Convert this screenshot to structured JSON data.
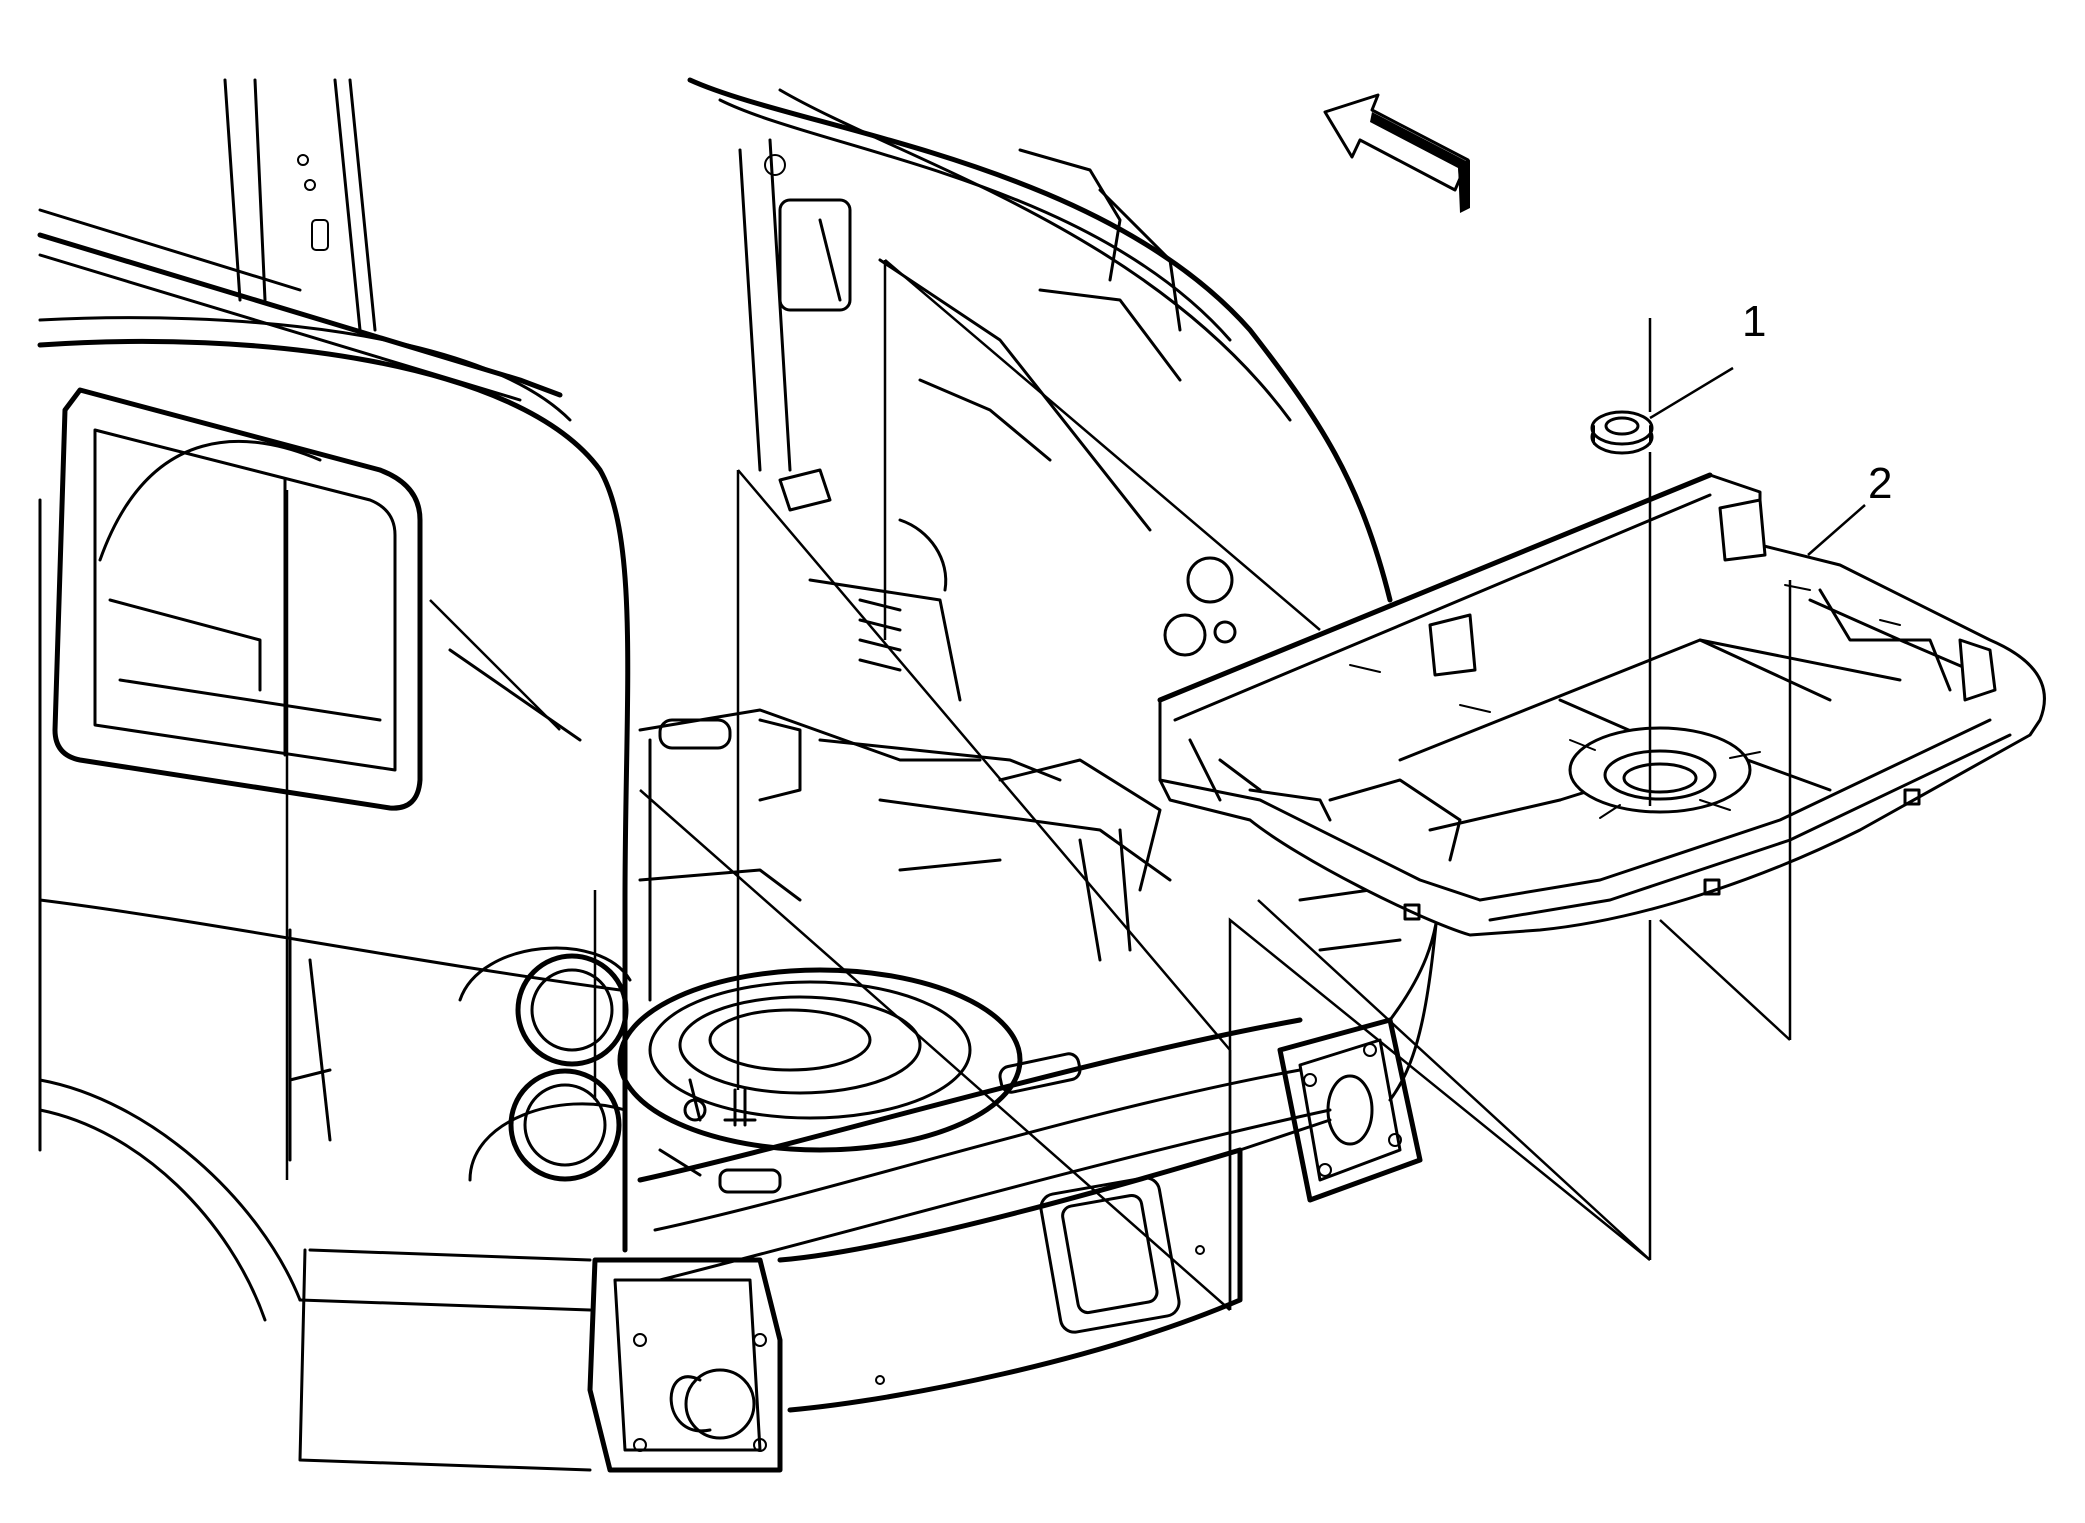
{
  "figure": {
    "type": "exploded-assembly-line-drawing",
    "subject_icons": [
      "vehicle-rear-body-icon",
      "spare-tire-well-icon",
      "cargo-floor-tray-icon",
      "plug-grommet-icon"
    ],
    "direction_indicator": "arrow-icon"
  },
  "callouts": [
    {
      "number": "1"
    },
    {
      "number": "2"
    }
  ]
}
